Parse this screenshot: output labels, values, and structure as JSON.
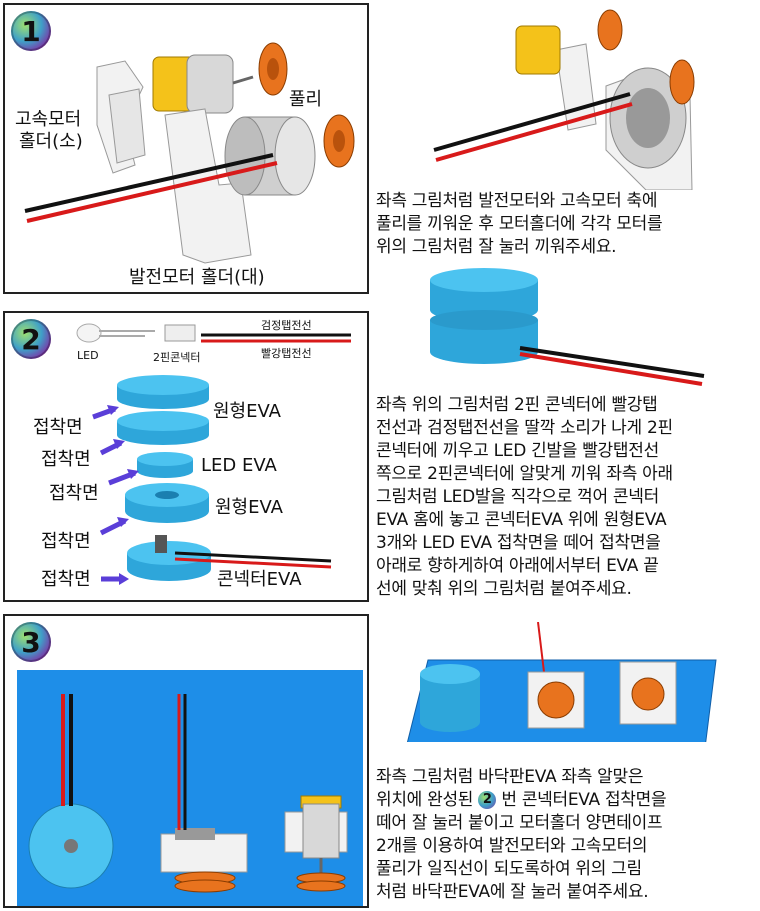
{
  "step1": {
    "number": "1",
    "label_small_holder_line1": "고속모터",
    "label_small_holder_line2": "홀더(소)",
    "label_pulley": "풀리",
    "label_large_holder": "발전모터 홀더(대)",
    "description": [
      "좌측 그림처럼 발전모터와 고속모터 축에",
      "풀리를 끼워운 후 모터홀더에 각각 모터를",
      "위의 그림처럼 잘 눌러 끼워주세요."
    ]
  },
  "step2": {
    "number": "2",
    "label_led": "LED",
    "label_connector": "2핀콘넥터",
    "label_black_wire": "검정탭전선",
    "label_red_wire": "빨강탭전선",
    "label_eva_round_1": "원형EVA",
    "label_eva_led": "LED EVA",
    "label_eva_round_2": "원형EVA",
    "label_eva_connector": "콘넥터EVA",
    "label_adhesive": "접착면",
    "description": [
      "좌측 위의 그림처럼 2핀 콘넥터에 빨강탭",
      "전선과 검정탭전선을 딸깍 소리가 나게 2핀",
      "콘넥터에 끼우고 LED 긴발을 빨강탭전선",
      "쪽으로 2핀콘넥터에 알맞게 끼워 좌측 아래",
      "그림처럼 LED발을 직각으로 꺽어 콘넥터",
      "EVA 홈에 놓고 콘넥터EVA 위에 원형EVA",
      "3개와 LED EVA 접착면을 떼어 접착면을",
      "아래로 향하게하여 아래에서부터 EVA 끝",
      "선에 맞춰 위의 그림처럼 붙여주세요."
    ]
  },
  "step3": {
    "number": "3",
    "inline_number": "2",
    "description_line1": "좌측 그림처럼 바닥판EVA 좌측 알맞은",
    "description_line2_pre": "위치에 완성된",
    "description_line2_post": "번 콘넥터EVA 접착면을",
    "description_rest": [
      "떼어 잘 눌러 붙이고 모터홀더 양면테이프",
      "2개를 이용하여 발전모터와 고속모터의",
      "풀리가 일직선이 되도록하여 위의 그림",
      "처럼 바닥판EVA에 잘 눌러 붙여주세요."
    ]
  },
  "colors": {
    "eva_blue": "#35b6e8",
    "base_blue": "#1e8ee8",
    "pulley_orange": "#e8731e",
    "wire_red": "#d81a1a",
    "arrow_purple": "#5a3ed8"
  }
}
